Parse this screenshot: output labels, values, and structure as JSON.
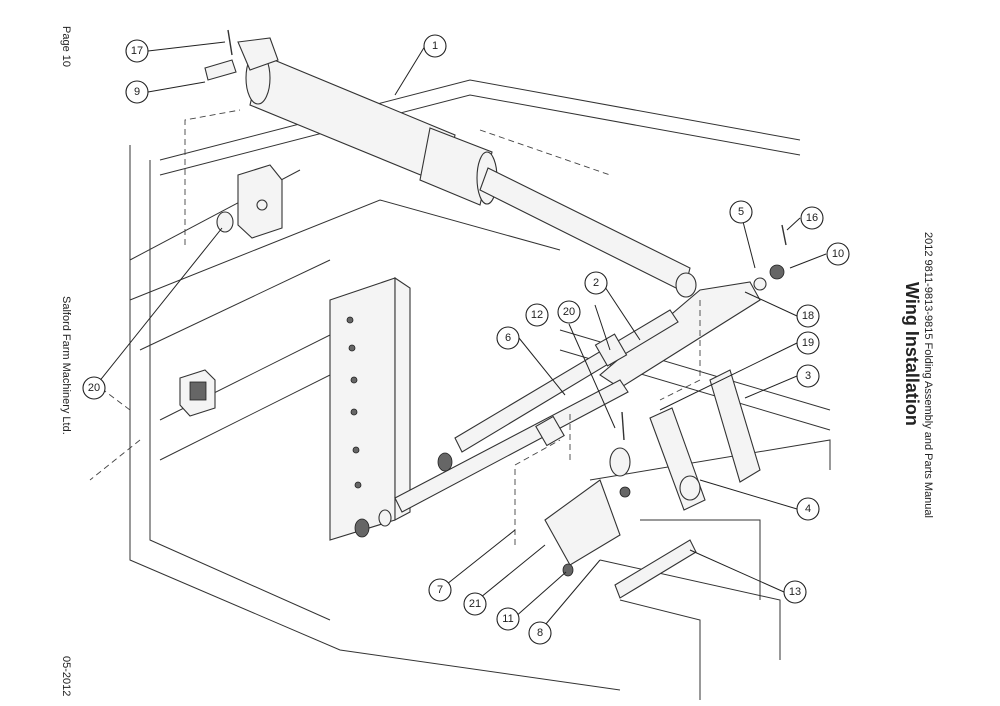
{
  "page": {
    "page_number": "Page 10",
    "company": "Salford Farm Machinery Ltd.",
    "date": "05-2012",
    "manual_title": "2012 9811-9813-9815 Folding Assembly and Parts Manual",
    "section_title": "Wing Installation"
  },
  "callouts": [
    "1",
    "2",
    "3",
    "4",
    "5",
    "6",
    "7",
    "8",
    "9",
    "10",
    "11",
    "12",
    "13",
    "16",
    "17",
    "18",
    "19",
    "20",
    "20",
    "21"
  ]
}
